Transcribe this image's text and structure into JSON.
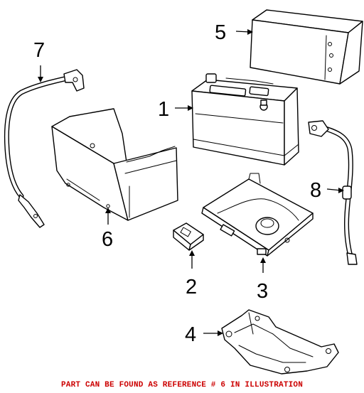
{
  "callouts": {
    "battery": "1",
    "battery_shield": "2",
    "battery_tray": "3",
    "tray_bracket": "4",
    "battery_cover": "5",
    "heat_shield": "6",
    "positive_cable": "7",
    "negative_cable": "8"
  },
  "footer": {
    "text": "PART CAN BE FOUND AS REFERENCE # 6 IN ILLUSTRATION",
    "color": "#cc0000"
  }
}
